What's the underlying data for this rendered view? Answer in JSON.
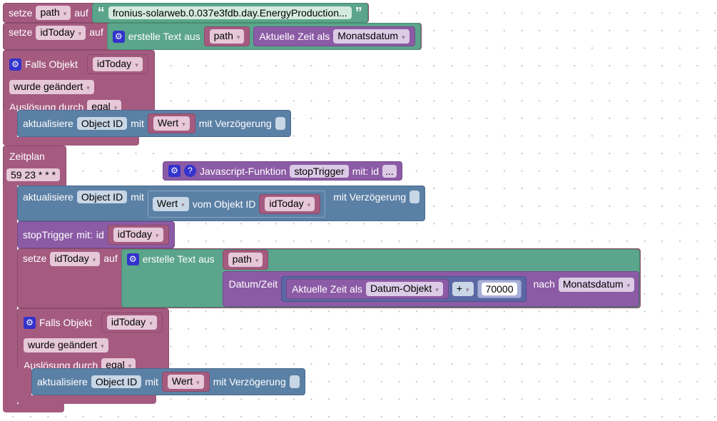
{
  "block1": {
    "setze": "setze",
    "var": "path",
    "auf": "auf",
    "open_quote": "“",
    "text": "fronius-solarweb.0.037e3fdb.day.EnergyProduction...",
    "close_quote": "”"
  },
  "block2": {
    "setze": "setze",
    "var": "idToday",
    "auf": "auf",
    "join": "erstelle Text aus",
    "arg1": "path",
    "time_label": "Aktuelle Zeit als",
    "time_format": "Monatsdatum"
  },
  "trigger1": {
    "label": "Falls Objekt",
    "object": "idToday",
    "change": "wurde geändert",
    "cause_label": "Auslösung durch",
    "cause": "egal",
    "update": {
      "label": "aktualisiere",
      "oid": "Object ID",
      "mit": "mit",
      "value": "Wert",
      "delay": "mit Verzögerung"
    }
  },
  "schedule": {
    "label": "Zeitplan",
    "cron": "59 23 * * *",
    "update": {
      "label": "aktualisiere",
      "oid": "Object ID",
      "mit": "mit",
      "value": "Wert",
      "from": "vom Objekt ID",
      "obj": "idToday",
      "delay": "mit Verzögerung"
    },
    "call": {
      "name": "stopTrigger",
      "mit": "mit:",
      "id": "id",
      "arg": "idToday"
    },
    "set": {
      "setze": "setze",
      "var": "idToday",
      "auf": "auf",
      "join": "erstelle Text aus",
      "arg1": "path",
      "datetime": "Datum/Zeit",
      "time_label": "Aktuelle Zeit als",
      "time_format": "Datum-Objekt",
      "op": "+",
      "num": "70000",
      "nach": "nach",
      "format": "Monatsdatum"
    },
    "trigger": {
      "label": "Falls Objekt",
      "object": "idToday",
      "change": "wurde geändert",
      "cause_label": "Auslösung durch",
      "cause": "egal",
      "update": {
        "label": "aktualisiere",
        "oid": "Object ID",
        "mit": "mit",
        "value": "Wert",
        "delay": "mit Verzögerung"
      }
    }
  },
  "function": {
    "label": "Javascript-Funktion",
    "name": "stopTrigger",
    "mit": "mit: id",
    "params": "..."
  },
  "dropdown_arrow": "▾",
  "colors": {
    "variables": "#a55b80",
    "text": "#5ba58c",
    "time": "#8c5ba5",
    "iobroker": "#5b80a5",
    "math": "#5b67a5"
  }
}
